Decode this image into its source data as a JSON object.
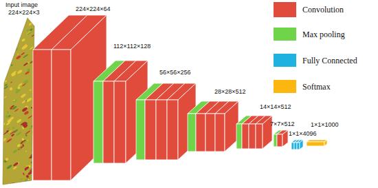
{
  "diagram": {
    "labels": [
      "Input image",
      "224×224×3",
      "224×224×64",
      "112×112×128",
      "56×56×256",
      "28×28×512",
      "14×14×512",
      "7×7×512",
      "1×1×4096",
      "1×1×1000"
    ],
    "legend": [
      {
        "text": "Convolution",
        "color": "#e04b3c"
      },
      {
        "text": "Max pooling",
        "color": "#70d44b"
      },
      {
        "text": "Fully Connected",
        "color": "#1fb1e0"
      },
      {
        "text": "Softmax",
        "color": "#fbb70f"
      }
    ]
  }
}
